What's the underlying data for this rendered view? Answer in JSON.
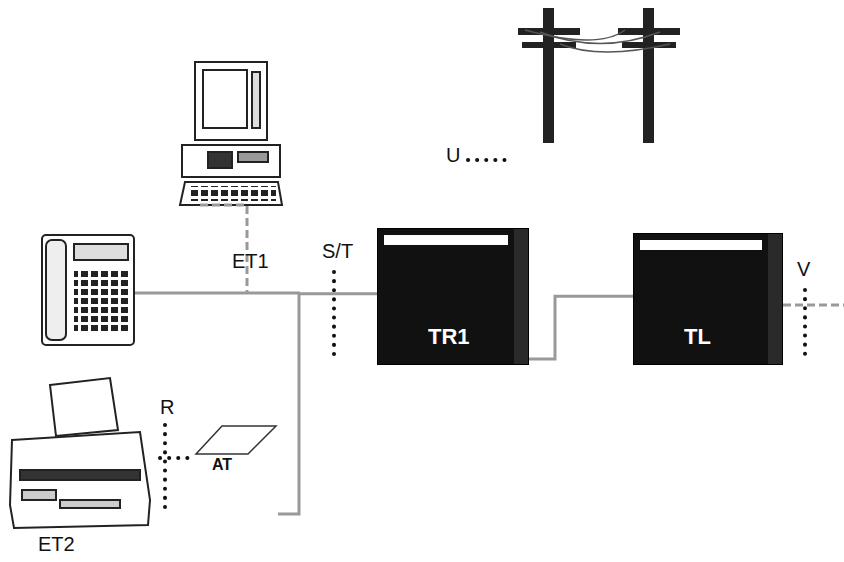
{
  "diagram": {
    "nodes": [
      {
        "text": [
          "TR1"
        ]
      },
      {
        "text": [
          "TL"
        ]
      },
      {
        "text": [
          "AT"
        ]
      }
    ],
    "edges": [
      {
        "from": 2,
        "to": 0,
        "arrow": "none"
      },
      {
        "from": 0,
        "to": 1,
        "arrow": "none"
      }
    ],
    "labels": [
      "U",
      "S/T",
      "V",
      "ET1",
      "R",
      "ET2"
    ]
  }
}
